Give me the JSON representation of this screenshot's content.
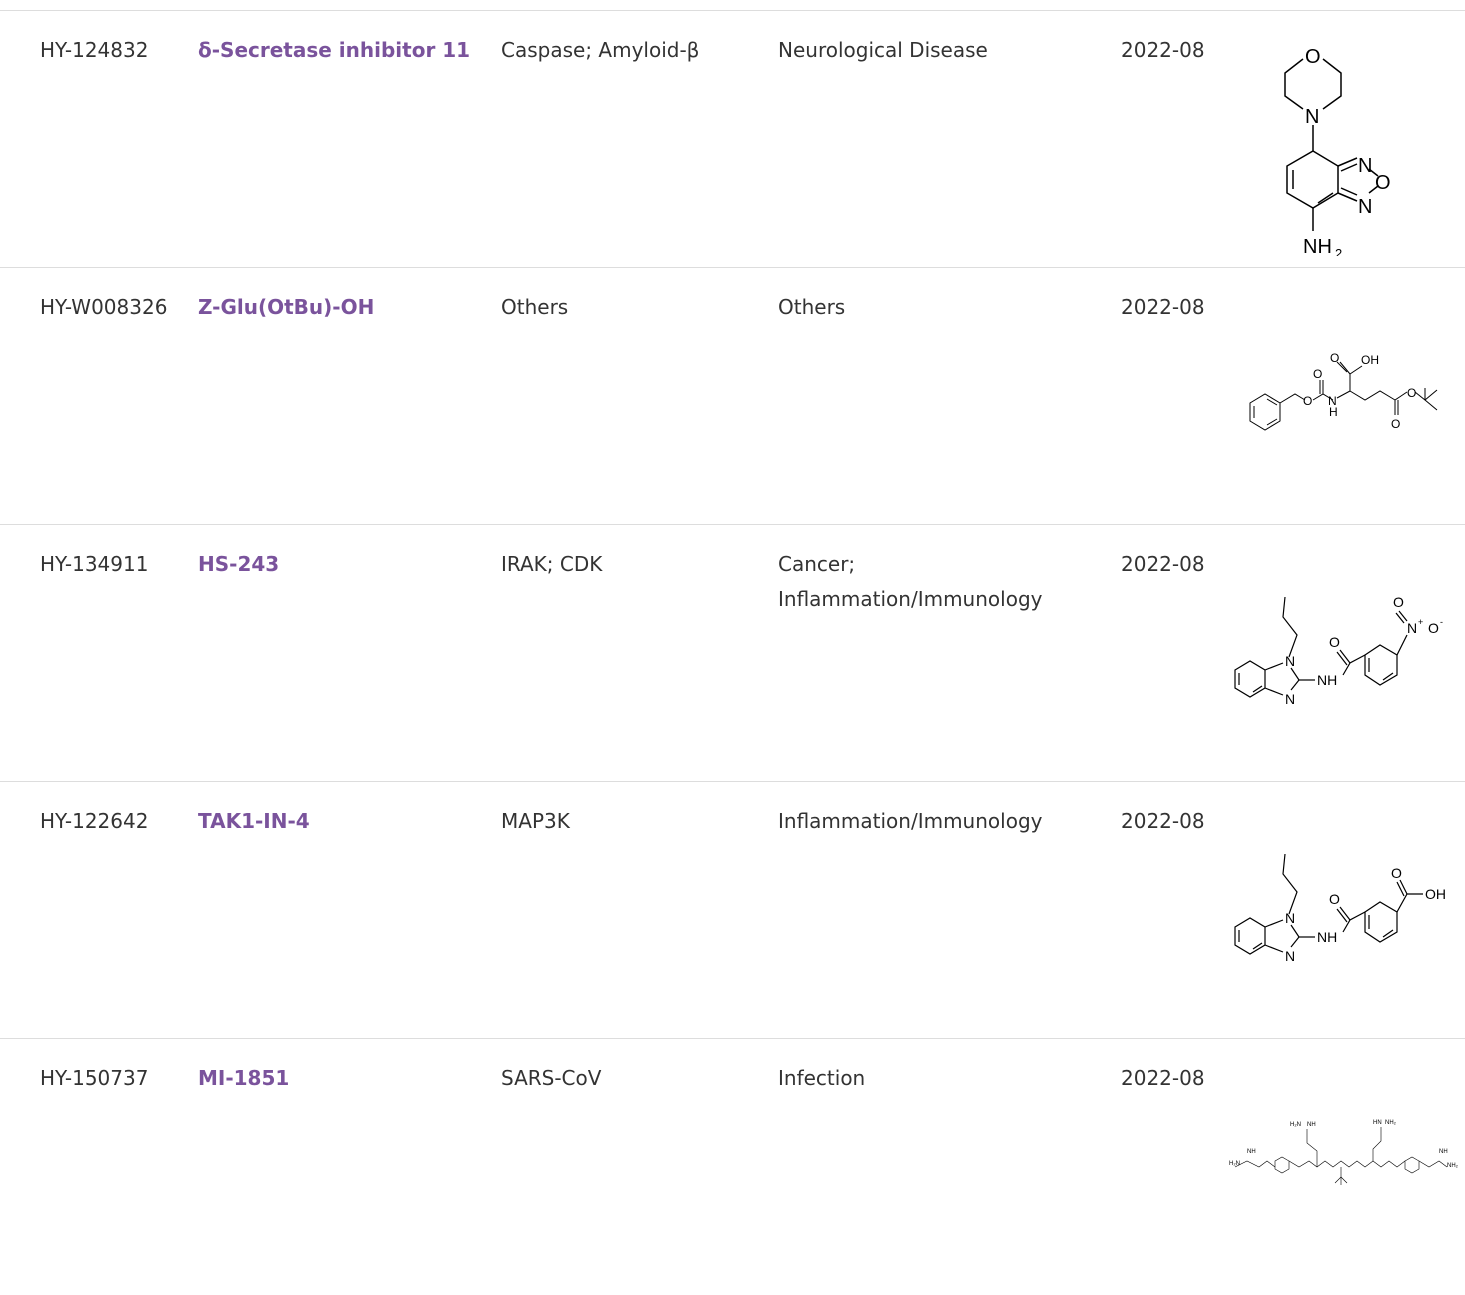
{
  "rows": [
    {
      "id": "HY-124832",
      "name": "δ-Secretase inhibitor 11",
      "target": "Caspase; Amyloid-β",
      "area": "Neurological Disease",
      "date": "2022-08",
      "structure_icon": "morpholino-benzoxadiazole-amine-structure"
    },
    {
      "id": "HY-W008326",
      "name": "Z-Glu(OtBu)-OH",
      "target": "Others",
      "area": "Others",
      "date": "2022-08",
      "structure_icon": "z-glutamate-tbutyl-ester-structure"
    },
    {
      "id": "HY-134911",
      "name": "HS-243",
      "target": "IRAK; CDK",
      "area": "Cancer; Inflammation/Immunology",
      "date": "2022-08",
      "structure_icon": "nitrobenzamide-benzimidazole-structure"
    },
    {
      "id": "HY-122642",
      "name": "TAK1-IN-4",
      "target": "MAP3K",
      "area": "Inflammation/Immunology",
      "date": "2022-08",
      "structure_icon": "carboxybenzamide-benzimidazole-structure"
    },
    {
      "id": "HY-150737",
      "name": "MI-1851",
      "target": "SARS-CoV",
      "area": "Infection",
      "date": "2022-08",
      "structure_icon": "peptidomimetic-structure"
    }
  ]
}
